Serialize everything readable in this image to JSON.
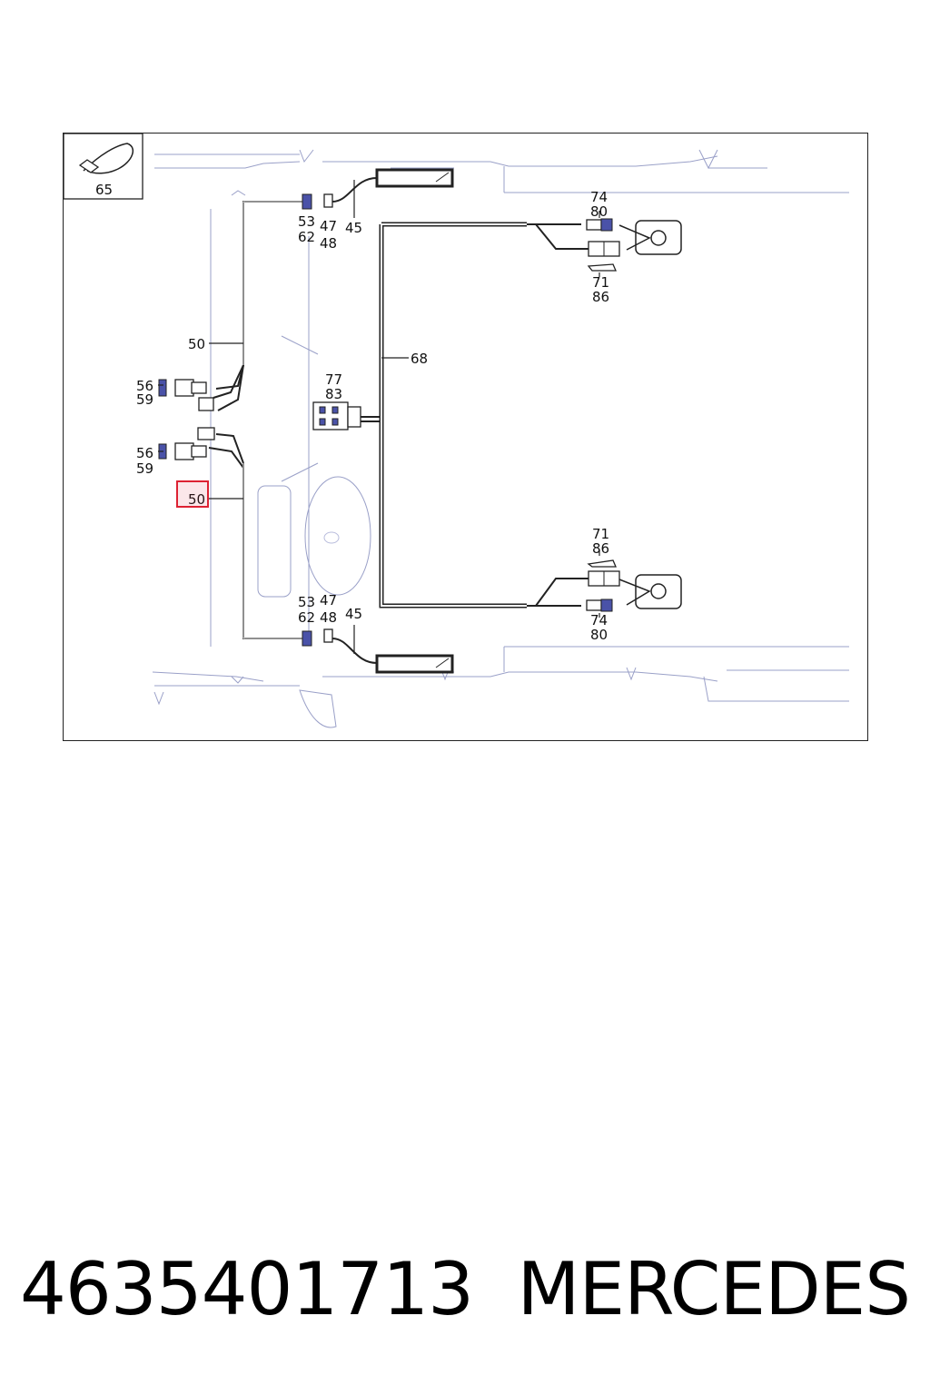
{
  "diagram": {
    "callouts": {
      "clip_tie": "65",
      "harness_upper": "50",
      "harness_lower": "50",
      "conn_upper_a": "53",
      "conn_upper_b": "62",
      "conn_upper_c": "47",
      "conn_upper_d": "48",
      "lamp_upper": "45",
      "conn_lower_a": "53",
      "conn_lower_b": "62",
      "conn_lower_c": "47",
      "conn_lower_d": "48",
      "lamp_lower": "45",
      "plug_upper_a": "56",
      "plug_upper_b": "59",
      "plug_lower_a": "56",
      "plug_lower_b": "59",
      "module_a": "77",
      "module_b": "83",
      "main_cable": "68",
      "sensor_upper_a": "74",
      "sensor_upper_b": "80",
      "sensor_upper_c": "71",
      "sensor_upper_d": "86",
      "sensor_lower_a": "71",
      "sensor_lower_b": "86",
      "sensor_lower_c": "74",
      "sensor_lower_d": "80"
    },
    "highlight_label": "50",
    "highlight_color": "#d23344"
  },
  "caption": {
    "part_number": "4635401713",
    "brand": "MERCEDES"
  }
}
